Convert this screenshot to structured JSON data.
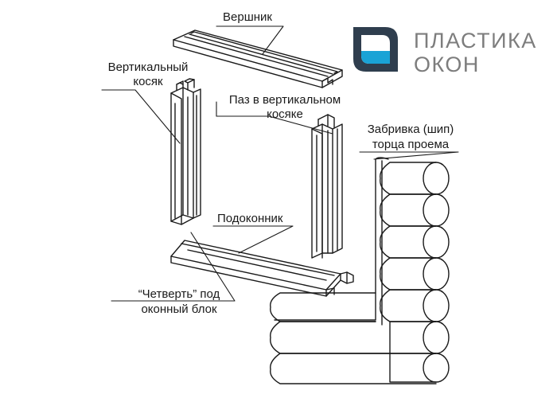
{
  "logo": {
    "line1": "ПЛАСТИКА",
    "line2": "ОКОН",
    "colors": {
      "dark": "#2f3e4e",
      "accent": "#1aa3d6",
      "text": "#7d7d7d"
    }
  },
  "labels": {
    "top_beam": "Вершник",
    "vertical_jamb_1": "Вертикальный",
    "vertical_jamb_2": "косяк",
    "groove_1": "Паз в вертикальном",
    "groove_2": "косяке",
    "tenon_1": "Забривка (шип)",
    "tenon_2": "торца проема",
    "sill": "Подоконник",
    "rebate_1": "“Четверть” под",
    "rebate_2": "оконный блок"
  }
}
